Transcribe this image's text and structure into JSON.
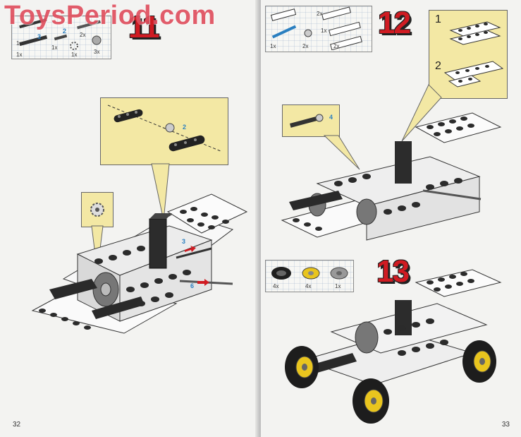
{
  "watermark": "ToysPeriod.com",
  "steps": {
    "step11": "11",
    "step12": "12",
    "step13": "13"
  },
  "left_page": {
    "page_number": "32",
    "parts_list": {
      "quantities": [
        "1x",
        "1x",
        "1x",
        "2x",
        "1x",
        "3x"
      ],
      "callouts": [
        "3",
        "2"
      ]
    },
    "callout_labels": [
      "2",
      "3",
      "6"
    ]
  },
  "right_page": {
    "page_number": "33",
    "parts_list_12": {
      "quantities": [
        "2x",
        "1x",
        "2x",
        "1x",
        "2x"
      ]
    },
    "sub_steps": [
      "1",
      "2"
    ],
    "callout_label": "4",
    "parts_list_13": {
      "quantities": [
        "4x",
        "4x",
        "1x"
      ]
    }
  },
  "colors": {
    "step_red": "#d01b22",
    "callout_yellow": "#f3e8a4",
    "watermark_pink": "#e0505f",
    "callout_blue": "#2a7fc0"
  }
}
